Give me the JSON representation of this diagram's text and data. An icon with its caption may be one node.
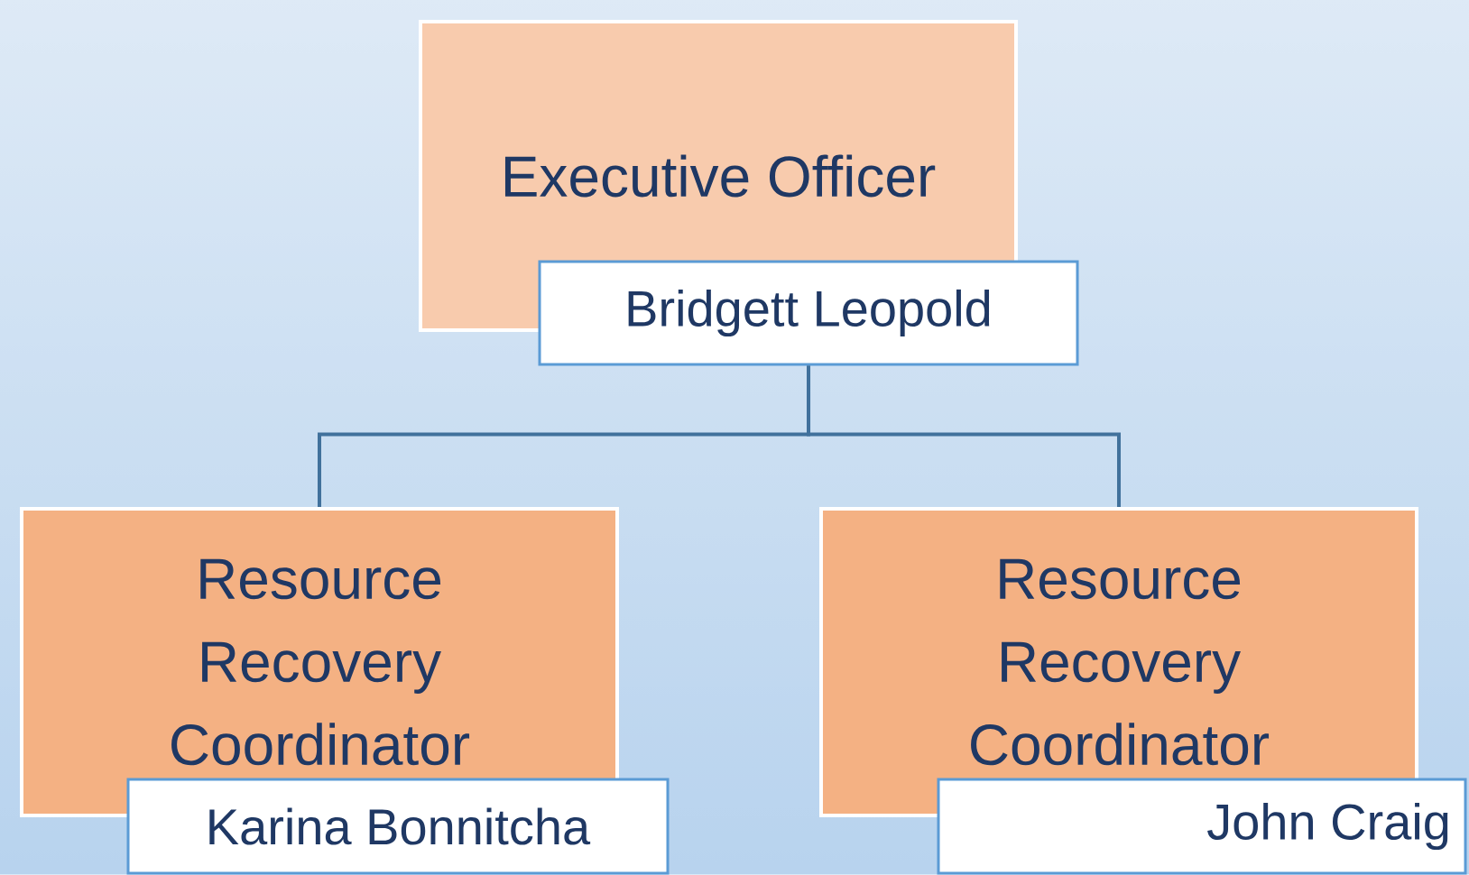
{
  "diagram": {
    "nodes": [
      {
        "text": [
          "Executive Officer"
        ]
      },
      {
        "text": [
          "Bridgett Leopold"
        ]
      },
      {
        "text": [
          "Resource Recovery Coordinator"
        ]
      },
      {
        "text": [
          "Karina Bonnitcha"
        ]
      },
      {
        "text": [
          "Resource Recovery Coordinator"
        ]
      },
      {
        "text": [
          "John Craig"
        ]
      }
    ],
    "edges": [
      {
        "from": 1,
        "to": 2,
        "arrow": "none"
      },
      {
        "from": 1,
        "to": 4,
        "arrow": "none"
      }
    ]
  }
}
